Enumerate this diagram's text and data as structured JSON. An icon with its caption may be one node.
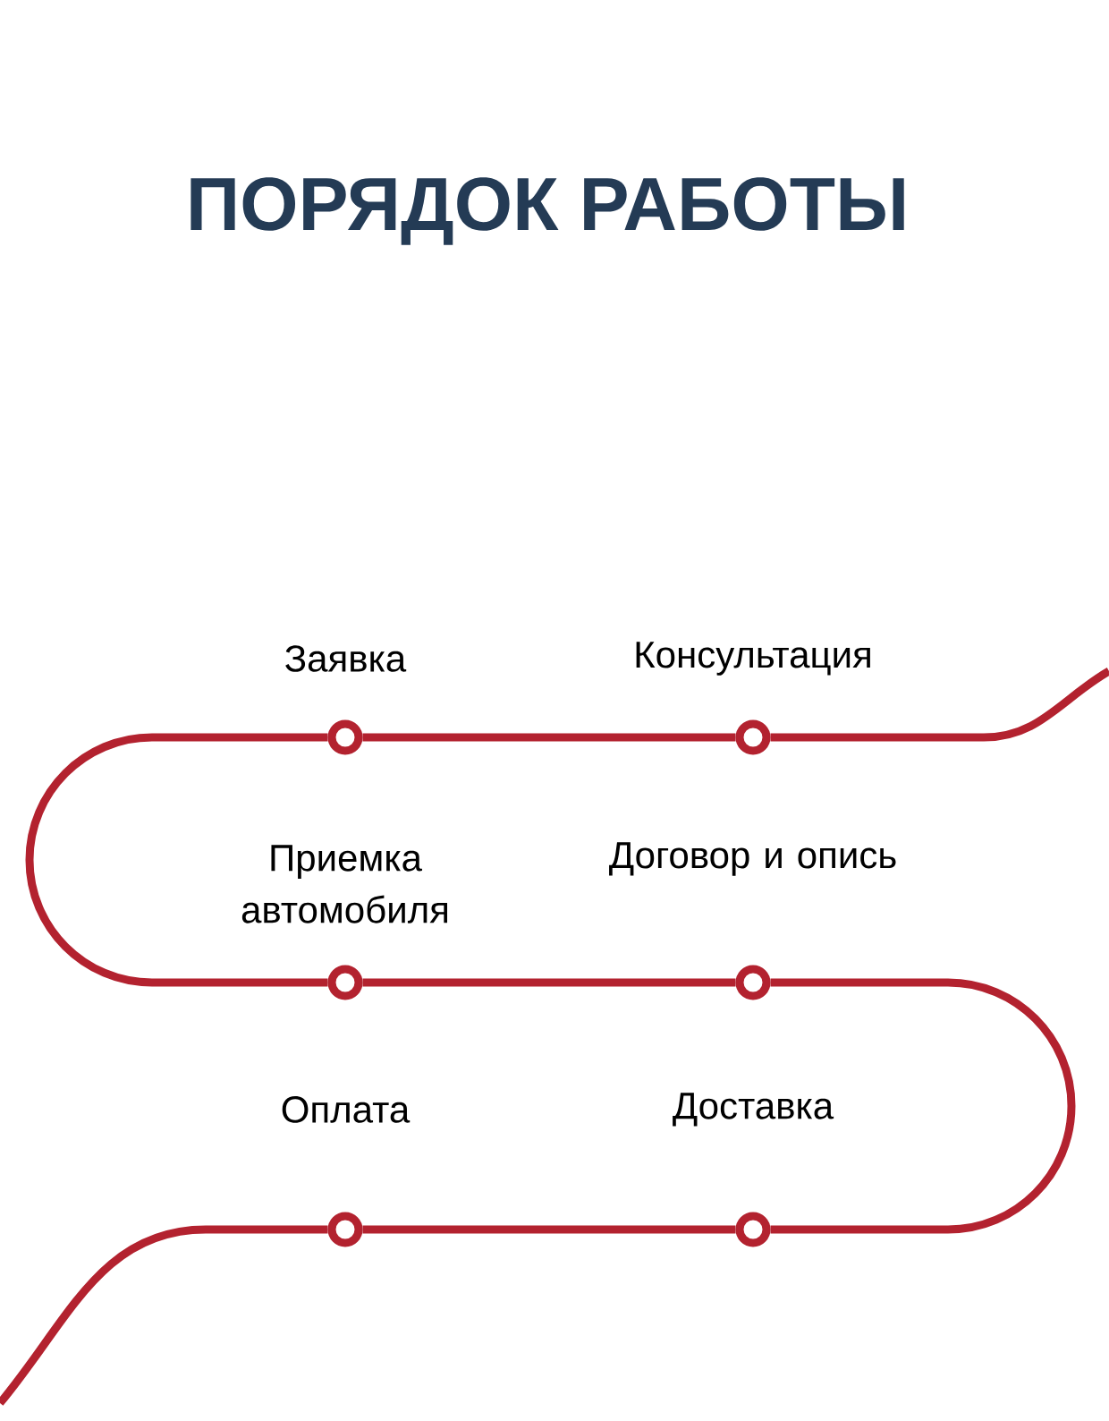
{
  "diagram": {
    "title": "ПОРЯДОК РАБОТЫ",
    "nodes": [
      {
        "text": [],
        "shape": "circle",
        "beside": [
          "Заявка"
        ]
      },
      {
        "text": [],
        "shape": "circle",
        "beside": [
          "Консультация"
        ]
      },
      {
        "text": [],
        "shape": "circle",
        "beside": [
          "Приемка автомобиля"
        ]
      },
      {
        "text": [],
        "shape": "circle",
        "beside": [
          "Договор и опись"
        ]
      },
      {
        "text": [],
        "shape": "circle",
        "beside": [
          "Оплата"
        ]
      },
      {
        "text": [],
        "shape": "circle",
        "beside": [
          "Доставка"
        ]
      }
    ],
    "edges": [
      {
        "from": null,
        "to": 1,
        "arrow": "none"
      },
      {
        "from": 1,
        "to": 0,
        "arrow": "none"
      },
      {
        "from": 0,
        "to": 2,
        "arrow": "none"
      },
      {
        "from": 2,
        "to": 3,
        "arrow": "none"
      },
      {
        "from": 3,
        "to": 5,
        "arrow": "none"
      },
      {
        "from": 5,
        "to": 4,
        "arrow": "none"
      },
      {
        "from": 4,
        "to": null,
        "arrow": "none"
      }
    ]
  }
}
